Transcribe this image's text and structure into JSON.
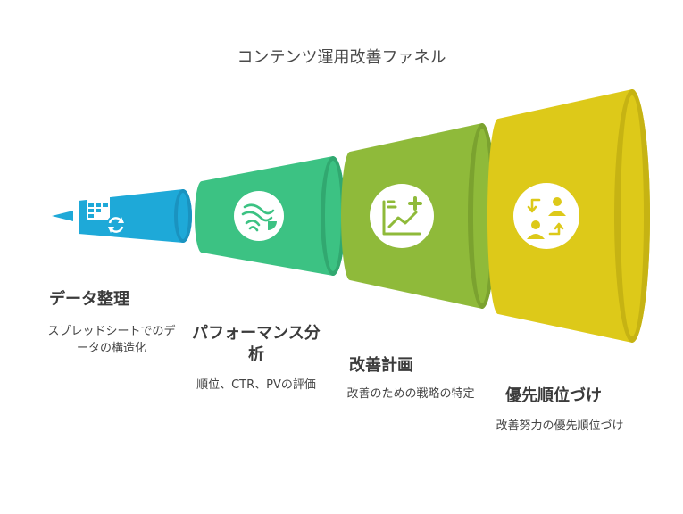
{
  "title": "コンテンツ運用改善ファネル",
  "colors": {
    "stage1": "#1ea9d8",
    "stage2": "#3cc283",
    "stage3": "#8fba3a",
    "stage4": "#ddc919"
  },
  "stages": [
    {
      "title": "データ整理",
      "description": "スプレッドシートでのデータの構造化",
      "icon": "spreadsheet-sync-icon"
    },
    {
      "title": "パフォーマンス分析",
      "description": "順位、CTR、PVの評価",
      "icon": "analytics-waves-icon"
    },
    {
      "title": "改善計画",
      "description": "改善のための戦略の特定",
      "icon": "chart-plus-icon"
    },
    {
      "title": "優先順位づけ",
      "description": "改善努力の優先順位づけ",
      "icon": "people-swap-icon"
    }
  ]
}
